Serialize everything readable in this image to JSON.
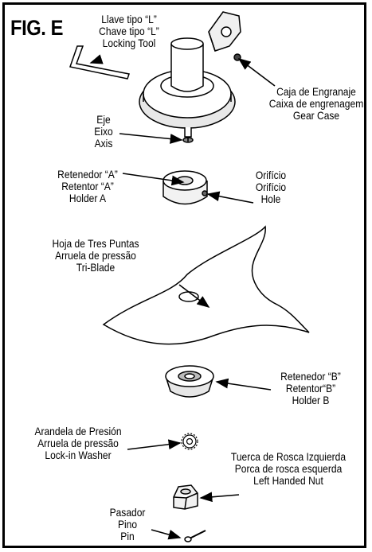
{
  "figure": {
    "title": "FIG. E"
  },
  "parts": {
    "locking_tool": [
      "Llave tipo “L”",
      "Chave tipo  “L”",
      "Locking Tool"
    ],
    "gear_case": [
      "Caja de Engranaje",
      "Caixa de engrenagem",
      "Gear Case"
    ],
    "axis": [
      "Eje",
      "Eixo",
      "Axis"
    ],
    "holder_a": [
      "Retenedor “A”",
      "Retentor “A”",
      "Holder A"
    ],
    "hole": [
      "Orifício",
      "Orifício",
      "Hole"
    ],
    "tri_blade": [
      "Hoja de Tres Puntas",
      "Arruela de pressão",
      "Tri-Blade"
    ],
    "holder_b": [
      "Retenedor “B”",
      "Retentor“B”",
      "Holder B"
    ],
    "lock_washer": [
      "Arandela de Presión",
      "Arruela de pressão",
      "Lock-in Washer"
    ],
    "left_nut": [
      "Tuerca de Rosca Izquierda",
      "Porca de rosca esquerda",
      "Left Handed Nut"
    ],
    "pin": [
      "Pasador",
      "Pino",
      "Pin"
    ]
  }
}
